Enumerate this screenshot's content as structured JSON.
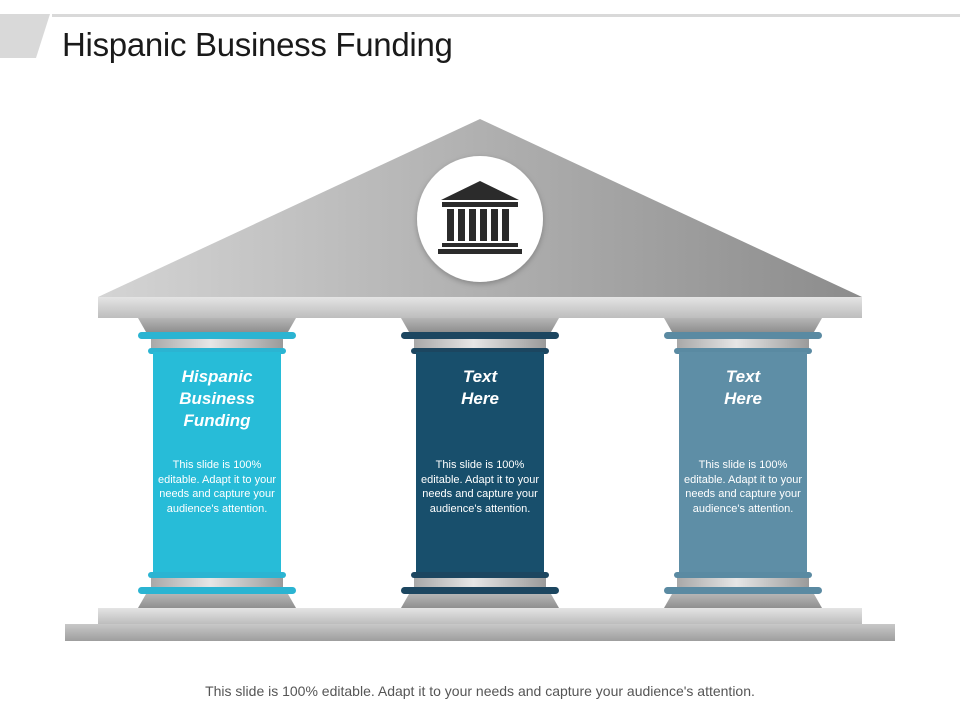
{
  "slide": {
    "title": "Hispanic Business Funding",
    "footer": "This slide is 100% editable. Adapt it to your needs and capture your audience's attention."
  },
  "roof": {
    "icon": "bank-building-icon"
  },
  "pillars": [
    {
      "heading": "Hispanic Business Funding",
      "description": "This slide is 100% editable. Adapt it to your needs and capture your audience's attention.",
      "color": "#27bcd8",
      "ring_color": "#2bb4d2"
    },
    {
      "heading": "Text Here",
      "description": "This slide is 100% editable. Adapt it to your needs and capture your audience's attention.",
      "color": "#184f6c",
      "ring_color": "#1c4660"
    },
    {
      "heading": "Text Here",
      "description": "This slide is 100% editable. Adapt it to your needs and capture your audience's attention.",
      "color": "#5e8ea6",
      "ring_color": "#5a8aa2"
    }
  ],
  "colors": {
    "roof": "#a9a9a9",
    "metal": "#9c9c9c"
  }
}
